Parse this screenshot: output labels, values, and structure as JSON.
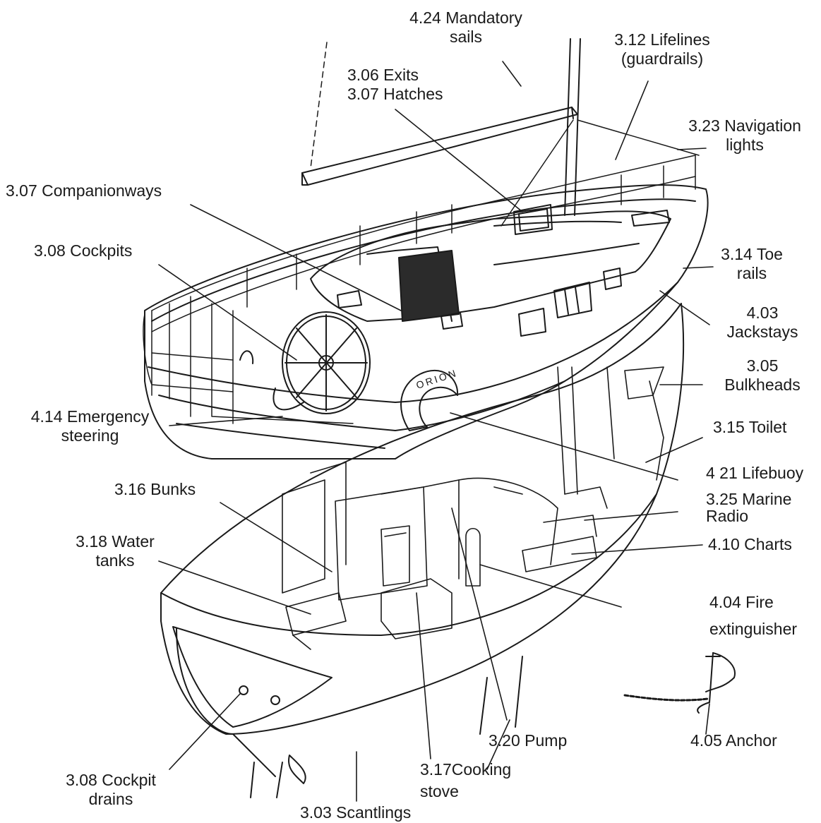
{
  "labels": {
    "mandatory_sails": [
      "4.24 Mandatory",
      "sails"
    ],
    "lifelines": [
      "3.12 Lifelines",
      "(guardrails)"
    ],
    "exits_hatches": [
      "3.06 Exits",
      "3.07 Hatches"
    ],
    "navigation_lights": [
      "3.23 Navigation",
      "lights"
    ],
    "companionways": [
      "3.07 Companionways"
    ],
    "cockpits": [
      "3.08 Cockpits"
    ],
    "toe_rails": [
      "3.14 Toe",
      "rails"
    ],
    "jackstays": [
      "4.03",
      "Jackstays"
    ],
    "bulkheads": [
      "3.05",
      "Bulkheads"
    ],
    "emergency_steering": [
      "4.14 Emergency",
      "steering"
    ],
    "toilet": [
      "3.15 Toilet"
    ],
    "lifebuoy": [
      "4 21 Lifebuoy"
    ],
    "bunks": [
      "3.16 Bunks"
    ],
    "marine_radio": [
      "3.25 Marine",
      "Radio"
    ],
    "water_tanks": [
      "3.18 Water",
      "tanks"
    ],
    "charts": [
      "4.10 Charts"
    ],
    "fire_extinguisher": [
      "4.04 Fire",
      "extinguisher"
    ],
    "anchor": [
      "4.05 Anchor"
    ],
    "pump": [
      "3.20 Pump"
    ],
    "cockpit_drains": [
      "3.08 Cockpit",
      "drains"
    ],
    "cooking_stove": [
      "3.17Cooking",
      "stove"
    ],
    "scantlings": [
      "3.03 Scantlings"
    ]
  },
  "hull_name": "ORION",
  "colors": {
    "ink": "#1a1a1a",
    "background": "#ffffff",
    "hatch_fill": "#2b2b2b"
  }
}
